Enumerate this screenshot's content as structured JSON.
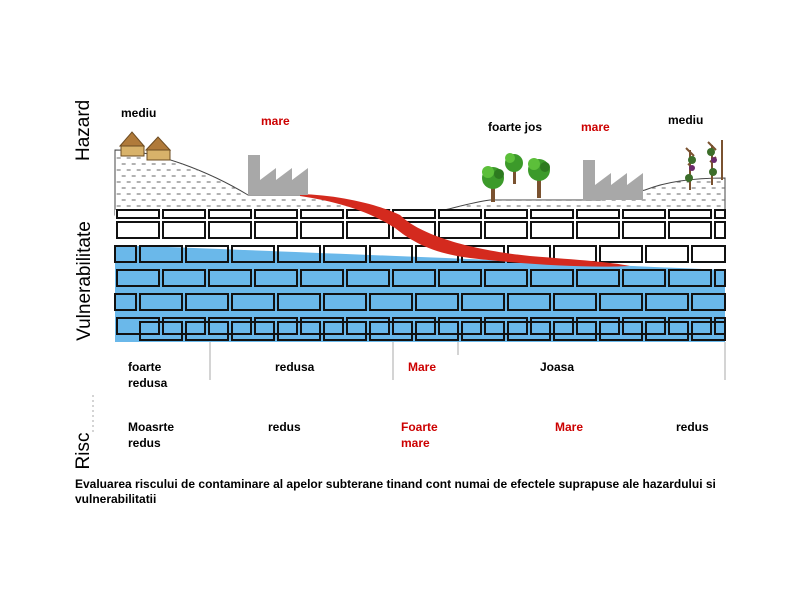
{
  "axis_labels": {
    "hazard": "Hazard",
    "vulnerability": "Vulnerabilitate",
    "risk": "Risc"
  },
  "hazard_labels": [
    {
      "text": "mediu",
      "color": "#000000"
    },
    {
      "text": "mare",
      "color": "#cc0000"
    },
    {
      "text": "foarte jos",
      "color": "#000000"
    },
    {
      "text": "mare",
      "color": "#cc0000"
    },
    {
      "text": "mediu",
      "color": "#000000"
    }
  ],
  "vulnerability_labels": [
    {
      "text": "foarte\nredusa",
      "color": "#000000"
    },
    {
      "text": "redusa",
      "color": "#000000"
    },
    {
      "text": "Mare",
      "color": "#cc0000"
    },
    {
      "text": "Joasa",
      "color": "#000000"
    }
  ],
  "risk_labels": [
    {
      "text": "Moasrte\nredus",
      "color": "#000000"
    },
    {
      "text": "redus",
      "color": "#000000"
    },
    {
      "text": "Foarte\nmare",
      "color": "#cc0000"
    },
    {
      "text": "Mare",
      "color": "#cc0000"
    },
    {
      "text": "redus",
      "color": "#000000"
    }
  ],
  "caption": "Evaluarea riscului  de contaminare al apelor subterane tinand cont numai de efectele suprapuse ale hazardului si vulnerabilitatii",
  "icons": [
    "house-icon",
    "factory-icon",
    "tree-icon",
    "factory-icon",
    "vineyard-icon"
  ],
  "colors": {
    "water": "#6ab8ea",
    "plume": "#d42a1e",
    "brick_line": "#111111",
    "factory": "#a8a8a8",
    "tree_green": "#3c9a2a",
    "roof": "#b07a3a"
  }
}
